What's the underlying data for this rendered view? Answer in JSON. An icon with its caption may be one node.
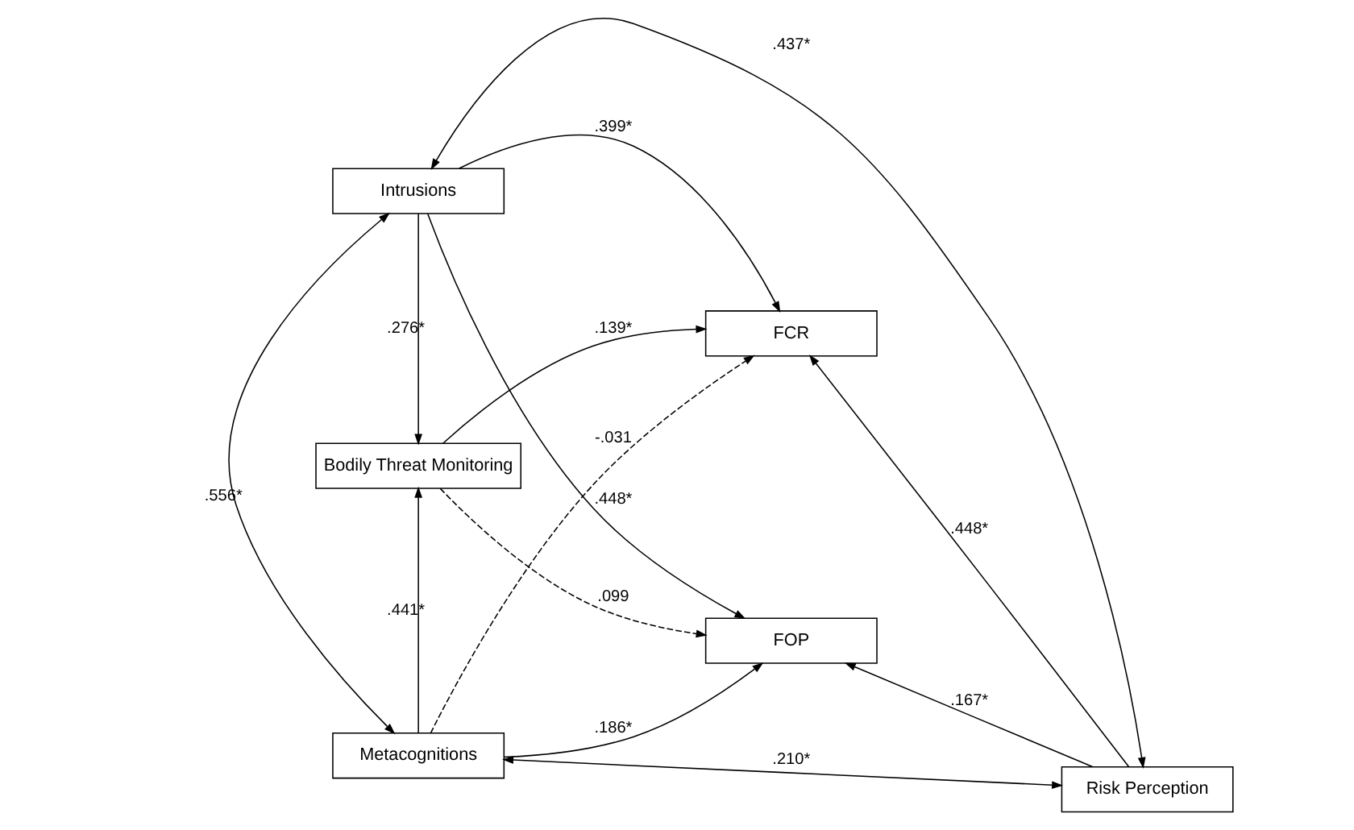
{
  "diagram": {
    "nodes": [
      {
        "text": [
          "Intrusions"
        ]
      },
      {
        "text": [
          "FCR"
        ]
      },
      {
        "text": [
          "Bodily Threat Monitoring"
        ]
      },
      {
        "text": [
          "Risk Perception"
        ]
      },
      {
        "text": [
          "Metacognitions"
        ]
      },
      {
        "text": [
          "FOP"
        ]
      }
    ],
    "edges": [
      {
        "from": 0,
        "to": 1,
        "arrow": "to",
        "label": ".399*"
      },
      {
        "from": 0,
        "to": 2,
        "arrow": "to",
        "label": ".276*"
      },
      {
        "from": 0,
        "to": 5,
        "arrow": "to",
        "label": ".448*"
      },
      {
        "from": 2,
        "to": 1,
        "arrow": "to",
        "label": ".139*"
      },
      {
        "from": 4,
        "to": 1,
        "arrow": "to",
        "label": "-.031",
        "style": "dashed"
      },
      {
        "from": 2,
        "to": 5,
        "arrow": "to",
        "label": ".099",
        "style": "dashed"
      },
      {
        "from": 4,
        "to": 2,
        "arrow": "to",
        "label": ".441*"
      },
      {
        "from": 4,
        "to": 5,
        "arrow": "to",
        "label": ".186*"
      },
      {
        "from": 3,
        "to": 1,
        "arrow": "to",
        "label": ".448*"
      },
      {
        "from": 3,
        "to": 5,
        "arrow": "to",
        "label": ".167*"
      },
      {
        "from": 0,
        "to": 3,
        "arrow": "both",
        "label": ".437*"
      },
      {
        "from": 0,
        "to": 4,
        "arrow": "both",
        "label": ".556*"
      },
      {
        "from": 4,
        "to": 3,
        "arrow": "both",
        "label": ".210*"
      }
    ]
  }
}
